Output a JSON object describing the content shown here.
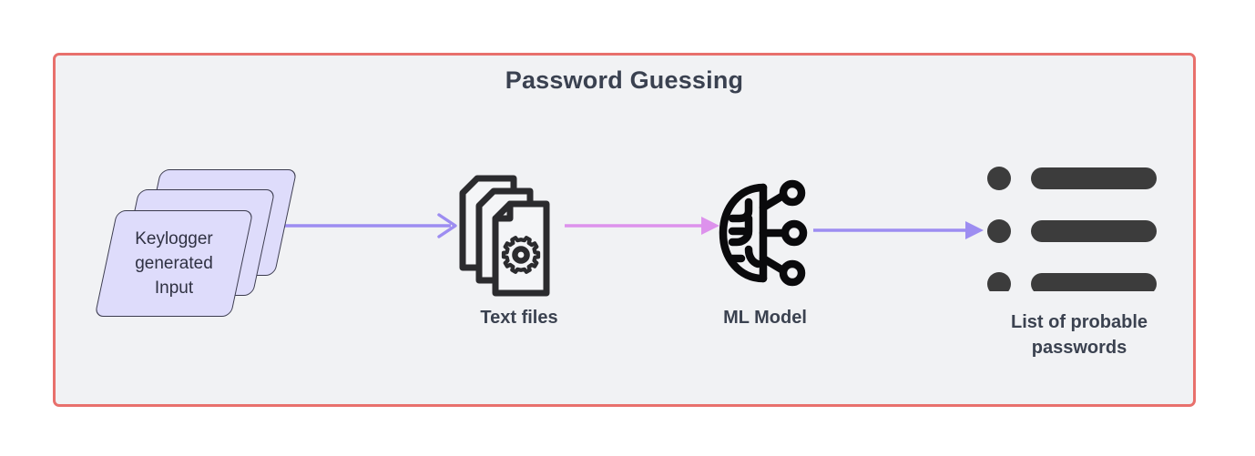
{
  "diagram": {
    "title": "Password Guessing",
    "frame_color": "#e8706c",
    "frame_bg": "#f1f2f4",
    "page_bg": "#ffffff",
    "title_color": "#3a4150"
  },
  "nodes": [
    {
      "id": "keylogger-input",
      "icon": "stacked-cards-icon",
      "label": "Keylogger\ngenerated\nInput",
      "label_placement": "inside",
      "fill": "#dedcfb",
      "stroke": "#3b3b4e"
    },
    {
      "id": "text-files",
      "icon": "documents-gear-icon",
      "label": "Text files",
      "label_placement": "below",
      "color": "#2b2b2e"
    },
    {
      "id": "ml-model",
      "icon": "brain-circuit-icon",
      "label": "ML Model",
      "label_placement": "below",
      "color": "#0a0a0c"
    },
    {
      "id": "probable-passwords",
      "icon": "bulleted-list-icon",
      "label": "List of probable\npasswords",
      "label_placement": "below",
      "color": "#3c3c3c"
    }
  ],
  "edges": [
    {
      "id": "edge-input-to-files",
      "from": "keylogger-input",
      "to": "text-files",
      "color": "#9d8df1",
      "head": "open"
    },
    {
      "id": "edge-files-to-model",
      "from": "text-files",
      "to": "ml-model",
      "color": "#dd92ec",
      "head": "filled"
    },
    {
      "id": "edge-model-to-list",
      "from": "ml-model",
      "to": "probable-passwords",
      "color": "#9d8df1",
      "head": "filled"
    }
  ],
  "list_items": [
    {
      "bullet": "dot",
      "bar": "bar"
    },
    {
      "bullet": "dot",
      "bar": "bar"
    },
    {
      "bullet": "dot",
      "bar": "bar"
    }
  ]
}
